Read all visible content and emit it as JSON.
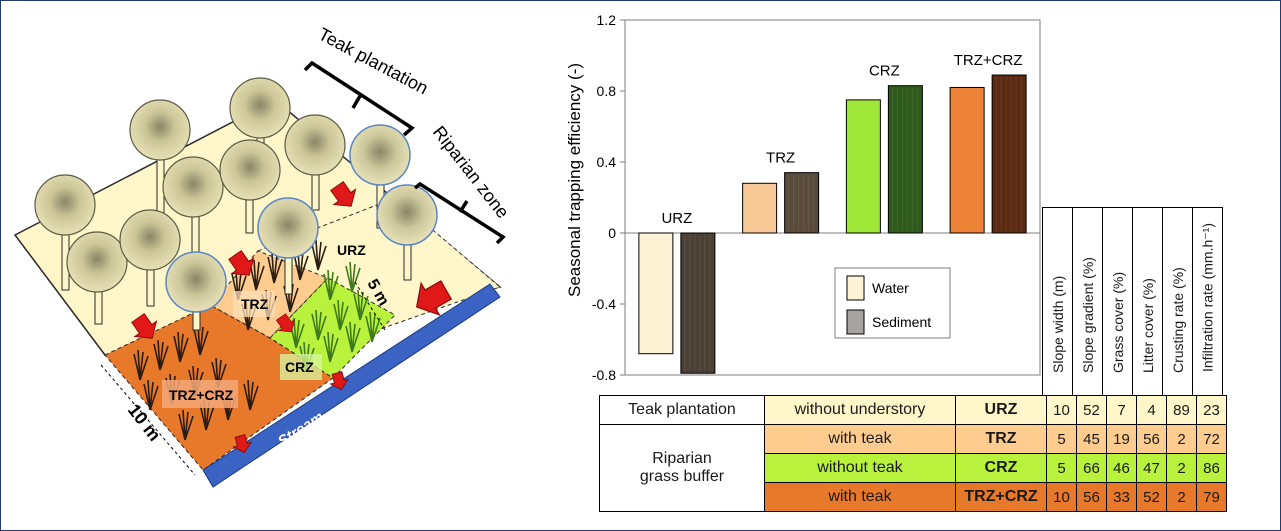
{
  "colors": {
    "URZ": "#fff7c9",
    "TRZ": "#ffcc8f",
    "CRZ": "#b9f23c",
    "TRZ+CRZ": "#e8782a",
    "water_URZ": "#fff3d6",
    "water_TRZ": "#f8c896",
    "water_CRZ": "#9fe83a",
    "water_TRZCRZ": "#ee8236",
    "sed_URZ": "#4a4036",
    "sed_TRZ": "#5a4a3c",
    "sed_CRZ": "#2e5a1b",
    "sed_TRZCRZ": "#5a2a12",
    "stream": "#3a63c4"
  },
  "diagram": {
    "labels": {
      "teak_plantation": "Teak plantation",
      "riparian_zone": "Riparian zone",
      "urz": "URZ",
      "trz": "TRZ",
      "crz": "CRZ",
      "trzcrz": "TRZ+CRZ",
      "stream": "Stream",
      "five_m": "5 m",
      "ten_m": "10 m"
    },
    "icons": [
      "tree-icon",
      "runoff-arrow-icon",
      "grass-icon"
    ]
  },
  "chart_data": {
    "type": "bar",
    "categories": [
      "URZ",
      "TRZ",
      "CRZ",
      "TRZ+CRZ"
    ],
    "series": [
      {
        "name": "Water",
        "values": [
          -0.68,
          0.28,
          0.75,
          0.82
        ]
      },
      {
        "name": "Sediment",
        "values": [
          -0.79,
          0.34,
          0.83,
          0.89
        ]
      }
    ],
    "ylabel": "Seasonal trapping efficiency (-)",
    "ylim": [
      -0.8,
      1.2
    ],
    "yticks": [
      "1.2",
      "0.8",
      "0.4",
      "0",
      "-0.4",
      "-0.8"
    ],
    "ytick_values": [
      1.2,
      0.8,
      0.4,
      0,
      -0.4,
      -0.8
    ],
    "legend": {
      "placement": "center",
      "entries": [
        "Water",
        "Sediment"
      ]
    },
    "grid": false
  },
  "table": {
    "variables": [
      "Slope width (m)",
      "Slope gradient (%)",
      "Grass cover (%)",
      "Litter cover (%)",
      "Crusting rate (%)",
      "Infiltration rate (mm.h⁻¹)"
    ],
    "group_teak": "Teak plantation",
    "group_riparian_1": "Riparian",
    "group_riparian_2": "grass buffer",
    "rows": [
      {
        "desc": "without understory",
        "zone": "URZ",
        "values": [
          "10",
          "52",
          "7",
          "4",
          "89",
          "23"
        ]
      },
      {
        "desc": "with teak",
        "zone": "TRZ",
        "values": [
          "5",
          "45",
          "19",
          "56",
          "2",
          "72"
        ]
      },
      {
        "desc": "without teak",
        "zone": "CRZ",
        "values": [
          "5",
          "66",
          "46",
          "47",
          "2",
          "86"
        ]
      },
      {
        "desc": "with teak",
        "zone": "TRZ+CRZ",
        "values": [
          "10",
          "56",
          "33",
          "52",
          "2",
          "79"
        ]
      }
    ]
  }
}
